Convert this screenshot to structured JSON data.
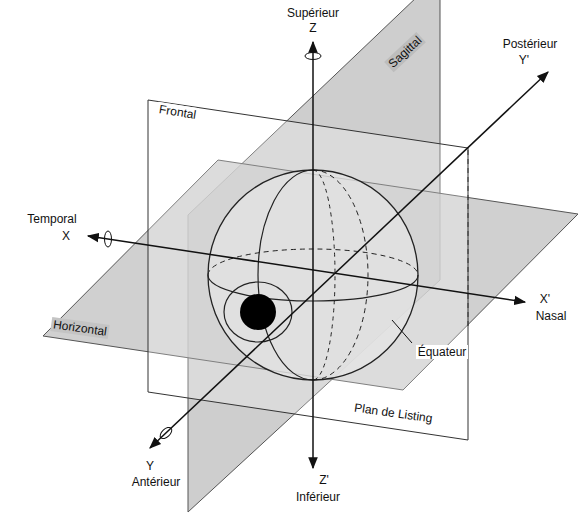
{
  "diagram": {
    "labels": [
      "Supérieur",
      "Z",
      "Sagittal",
      "Postérieur",
      "Y'",
      "Frontal",
      "Temporal",
      "X",
      "X'",
      "Nasal",
      "Horizontal",
      "Équateur",
      "Plan de Listing",
      "Y",
      "Antérieur",
      "Z'",
      "Inférieur"
    ]
  }
}
